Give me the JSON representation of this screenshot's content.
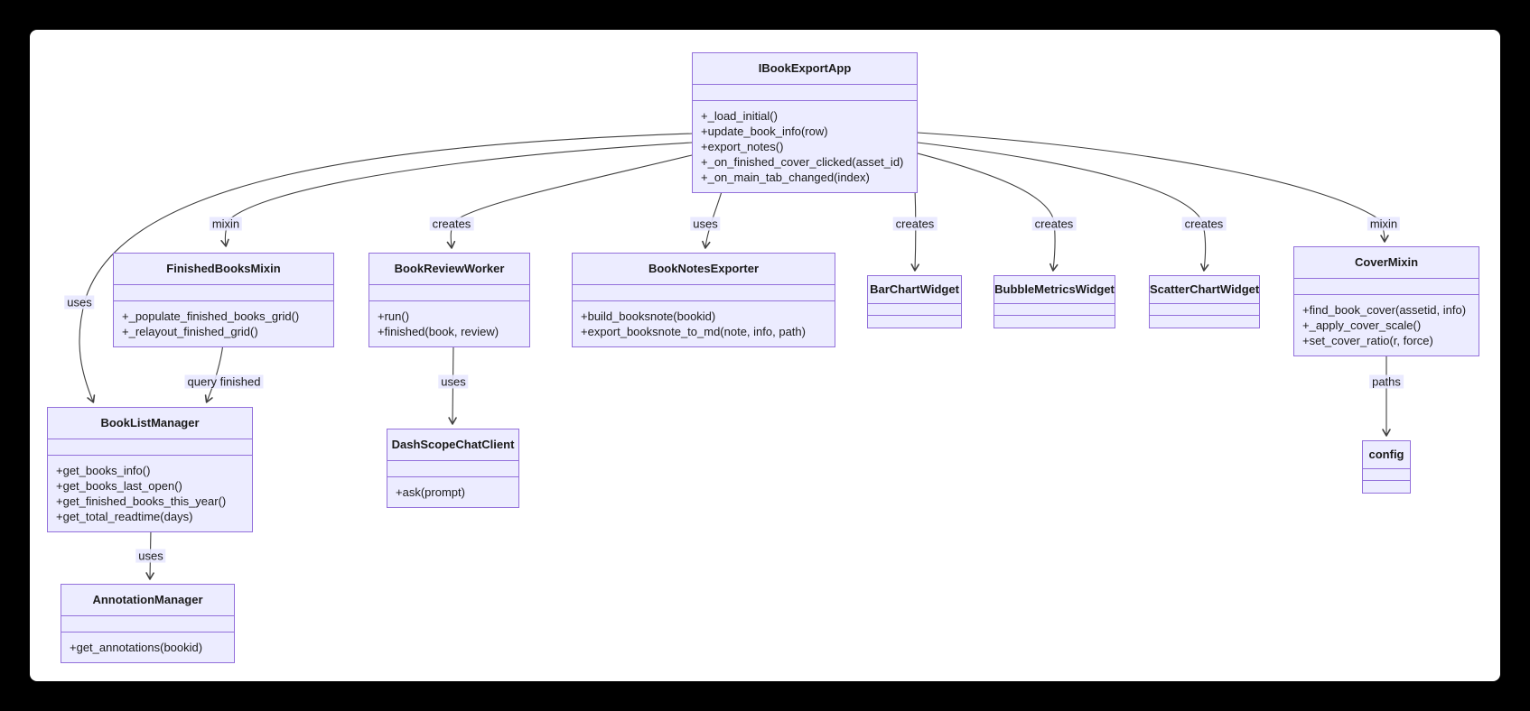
{
  "diagram_type": "uml-class-diagram",
  "theme": {
    "page_background": "#000000",
    "canvas_background": "#FFFFFF",
    "class_fill": "#ECECFF",
    "class_border": "#9370DB",
    "edge_color": "#404040",
    "text_color": "#1B1B1B",
    "edge_label_background": "#E8E8FF"
  },
  "classes": [
    {
      "name": "IBookExportApp",
      "attributes": [],
      "methods": [
        "+_load_initial()",
        "+update_book_info(row)",
        "+export_notes()",
        "+_on_finished_cover_clicked(asset_id)",
        "+_on_main_tab_changed(index)"
      ]
    },
    {
      "name": "FinishedBooksMixin",
      "attributes": [],
      "methods": [
        "+_populate_finished_books_grid()",
        "+_relayout_finished_grid()"
      ]
    },
    {
      "name": "BookReviewWorker",
      "attributes": [],
      "methods": [
        "+run()",
        "+finished(book, review)"
      ]
    },
    {
      "name": "BookNotesExporter",
      "attributes": [],
      "methods": [
        "+build_booksnote(bookid)",
        "+export_booksnote_to_md(note, info, path)"
      ]
    },
    {
      "name": "BarChartWidget",
      "attributes": [],
      "methods": []
    },
    {
      "name": "BubbleMetricsWidget",
      "attributes": [],
      "methods": []
    },
    {
      "name": "ScatterChartWidget",
      "attributes": [],
      "methods": []
    },
    {
      "name": "CoverMixin",
      "attributes": [],
      "methods": [
        "+find_book_cover(assetid, info)",
        "+_apply_cover_scale()",
        "+set_cover_ratio(r, force)"
      ]
    },
    {
      "name": "BookListManager",
      "attributes": [],
      "methods": [
        "+get_books_info()",
        "+get_books_last_open()",
        "+get_finished_books_this_year()",
        "+get_total_readtime(days)"
      ]
    },
    {
      "name": "DashScopeChatClient",
      "attributes": [],
      "methods": [
        "+ask(prompt)"
      ]
    },
    {
      "name": "AnnotationManager",
      "attributes": [],
      "methods": [
        "+get_annotations(bookid)"
      ]
    },
    {
      "name": "config",
      "attributes": [],
      "methods": []
    }
  ],
  "edges": [
    {
      "from": "IBookExportApp",
      "to": "FinishedBooksMixin",
      "label": "mixin"
    },
    {
      "from": "IBookExportApp",
      "to": "BookReviewWorker",
      "label": "creates"
    },
    {
      "from": "IBookExportApp",
      "to": "BookNotesExporter",
      "label": "uses"
    },
    {
      "from": "IBookExportApp",
      "to": "BarChartWidget",
      "label": "creates"
    },
    {
      "from": "IBookExportApp",
      "to": "BubbleMetricsWidget",
      "label": "creates"
    },
    {
      "from": "IBookExportApp",
      "to": "ScatterChartWidget",
      "label": "creates"
    },
    {
      "from": "IBookExportApp",
      "to": "CoverMixin",
      "label": "mixin"
    },
    {
      "from": "IBookExportApp",
      "to": "BookListManager",
      "label": "uses"
    },
    {
      "from": "FinishedBooksMixin",
      "to": "BookListManager",
      "label": "query finished"
    },
    {
      "from": "BookReviewWorker",
      "to": "DashScopeChatClient",
      "label": "uses"
    },
    {
      "from": "BookListManager",
      "to": "AnnotationManager",
      "label": "uses"
    },
    {
      "from": "CoverMixin",
      "to": "config",
      "label": "paths"
    }
  ]
}
